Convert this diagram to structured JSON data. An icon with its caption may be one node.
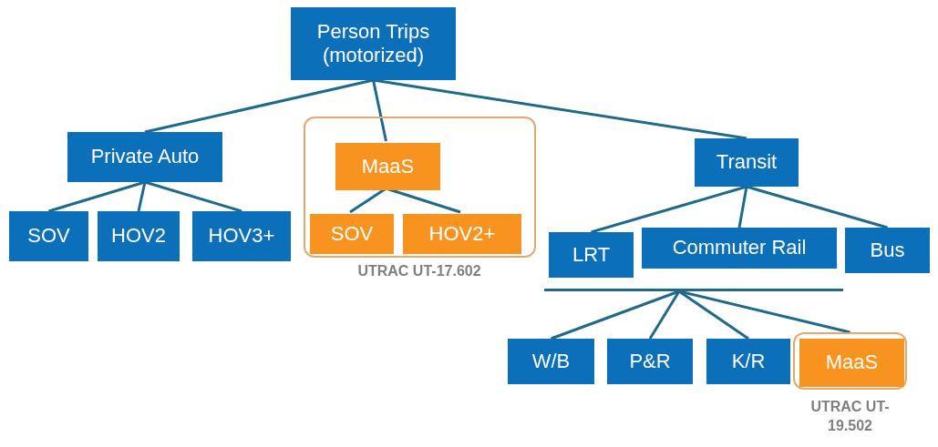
{
  "diagram": {
    "nodes": [
      {
        "text": [
          "Person Trips (motorized)"
        ]
      },
      {
        "text": [
          "Private Auto"
        ]
      },
      {
        "text": [],
        "shape": "box",
        "beside": [
          "UTRAC UT-17.602"
        ]
      },
      {
        "text": [
          "MaaS"
        ],
        "in": 2
      },
      {
        "text": [
          "SOV"
        ],
        "in": 2
      },
      {
        "text": [
          "HOV2+"
        ],
        "in": 2
      },
      {
        "text": [
          "Transit"
        ]
      },
      {
        "text": [
          "SOV"
        ]
      },
      {
        "text": [
          "HOV2"
        ]
      },
      {
        "text": [
          "HOV3+"
        ]
      },
      {
        "text": [
          "LRT"
        ]
      },
      {
        "text": [
          "Commuter Rail"
        ]
      },
      {
        "text": [
          "Bus"
        ]
      },
      {
        "text": [],
        "shape": "bar"
      },
      {
        "text": [
          "W/B"
        ]
      },
      {
        "text": [
          "P&R"
        ]
      },
      {
        "text": [
          "K/R"
        ]
      },
      {
        "text": [],
        "shape": "box",
        "beside": [
          "UTRAC UT-19.502"
        ]
      },
      {
        "text": [
          "MaaS"
        ],
        "in": 17
      }
    ],
    "edges": [
      {
        "from": 0,
        "to": 1,
        "arrow": "none"
      },
      {
        "from": 0,
        "to": 3,
        "arrow": "none"
      },
      {
        "from": 0,
        "to": 6,
        "arrow": "none"
      },
      {
        "from": 1,
        "to": 7,
        "arrow": "none"
      },
      {
        "from": 1,
        "to": 8,
        "arrow": "none"
      },
      {
        "from": 1,
        "to": 9,
        "arrow": "none"
      },
      {
        "from": 3,
        "to": 4,
        "arrow": "none"
      },
      {
        "from": 3,
        "to": 5,
        "arrow": "none"
      },
      {
        "from": 6,
        "to": 10,
        "arrow": "none"
      },
      {
        "from": 6,
        "to": 11,
        "arrow": "none"
      },
      {
        "from": 6,
        "to": 12,
        "arrow": "none"
      },
      {
        "from": 13,
        "to": 14,
        "arrow": "none"
      },
      {
        "from": 13,
        "to": 15,
        "arrow": "none"
      },
      {
        "from": 13,
        "to": 16,
        "arrow": "none"
      },
      {
        "from": 13,
        "to": 17,
        "arrow": "none"
      }
    ]
  }
}
